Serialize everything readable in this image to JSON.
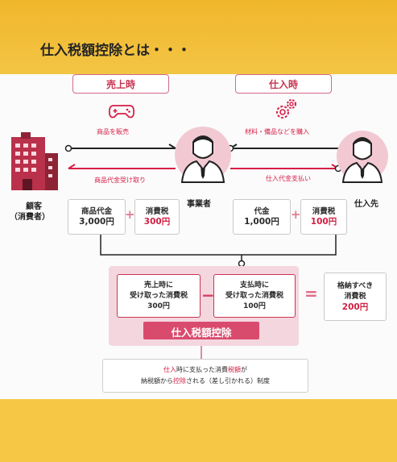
{
  "title": "仕入税額控除とは・・・",
  "sales_label": "売上時",
  "purchase_label": "仕入時",
  "sell_goods_label": "商品を販売",
  "buy_materials_label": "材料・備品などを購入",
  "receive_payment_label": "商品代金受け取り",
  "pay_purchase_label": "仕入代金支払い",
  "customer": {
    "line1": "顧客",
    "line2": "（消費者）"
  },
  "business_owner": "事業者",
  "supplier": "仕入先",
  "sales_price": {
    "label": "商品代金",
    "value": "3,000円"
  },
  "sales_tax": {
    "label": "消費税",
    "value": "300円"
  },
  "purchase_price": {
    "label": "代金",
    "value": "1,000円"
  },
  "purchase_tax": {
    "label": "消費税",
    "value": "100円"
  },
  "received_tax_box": {
    "line1": "売上時に",
    "line2": "受け取った消費税",
    "value": "300円"
  },
  "paid_tax_box": {
    "line1": "支払時に",
    "line2": "受け取った消費税",
    "value": "100円"
  },
  "payable_tax_box": {
    "line1": "格納すべき",
    "line2": "消費税",
    "value": "200円"
  },
  "deduction_label": "仕入税額控除",
  "note": {
    "line1_a": "仕入",
    "line1_b": "時に支払った消費",
    "line1_c": "税額",
    "line1_d": "が",
    "line2_a": "納税額から",
    "line2_b": "控除",
    "line2_c": "される（差し引かれる）制度"
  },
  "colors": {
    "band": "#f3c544",
    "accent": "#d21f43",
    "frame": "#f4d6df"
  }
}
